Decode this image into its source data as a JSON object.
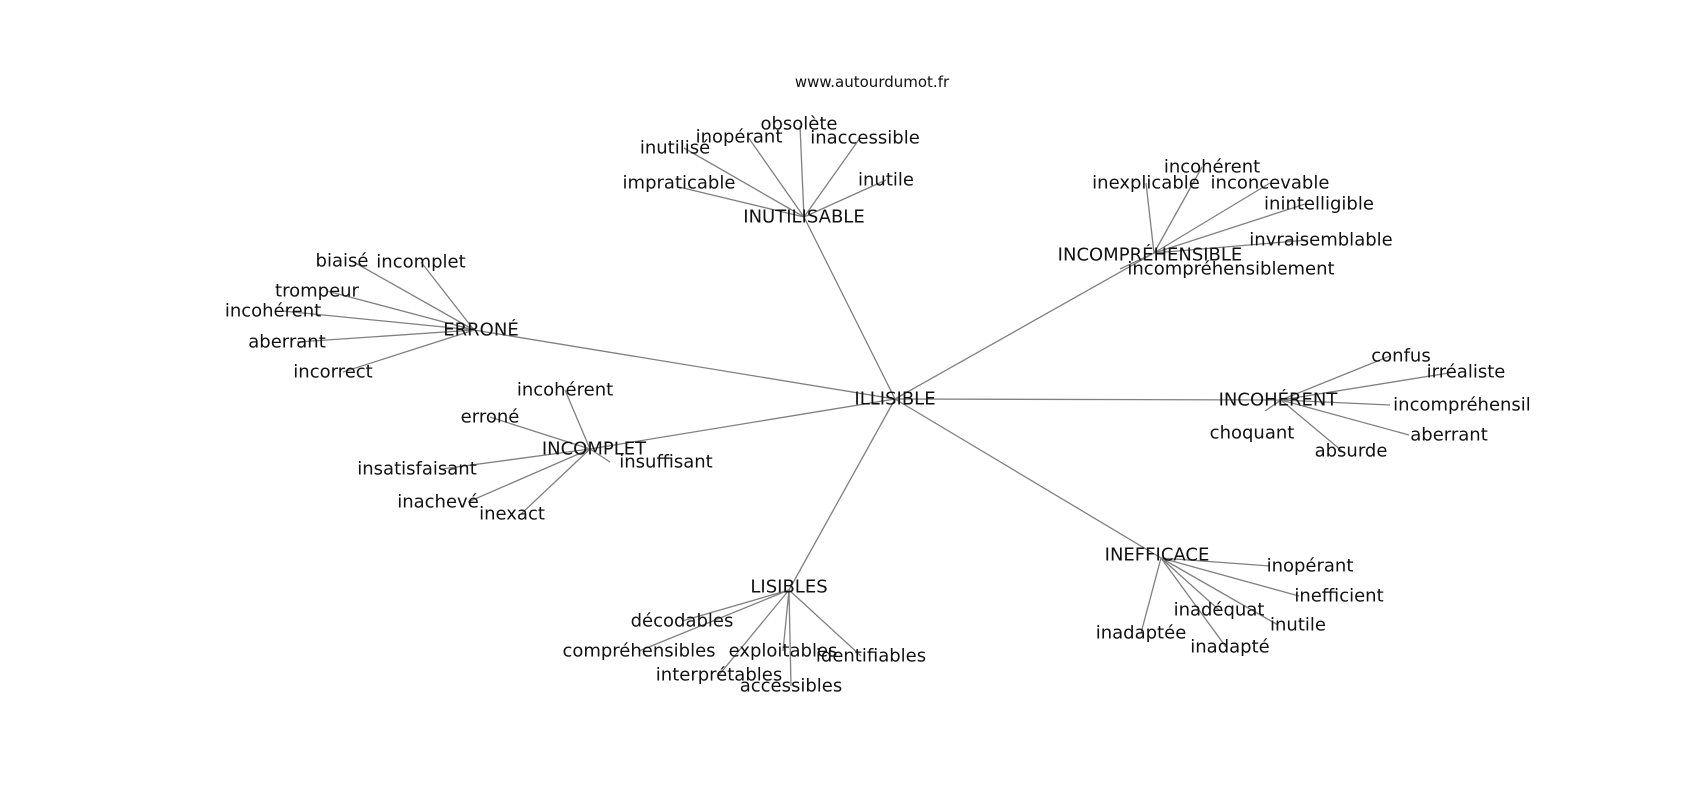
{
  "source": "www.autourdumot.fr",
  "root": "ILLISIBLE",
  "groups": [
    {
      "id": "inutilisable",
      "label": "INUTILISABLE",
      "words": [
        "obsolète",
        "inopérant",
        "inutilisé",
        "inaccessible",
        "impraticable",
        "inutile"
      ]
    },
    {
      "id": "incomprehensible",
      "label": "INCOMPRÉHENSIBLE",
      "words": [
        "incohérent",
        "inexplicable",
        "inconcevable",
        "inintelligible",
        "invraisemblable",
        "incompréhensiblement"
      ]
    },
    {
      "id": "errone",
      "label": "ERRONÉ",
      "words": [
        "biaisé",
        "incomplet",
        "trompeur",
        "incohérent",
        "aberrant",
        "incorrect"
      ]
    },
    {
      "id": "incoherent",
      "label": "INCOHÉRENT",
      "words": [
        "confus",
        "irréaliste",
        "incompréhensil",
        "aberrant",
        "absurde",
        "choquant"
      ]
    },
    {
      "id": "incomplet",
      "label": "INCOMPLET",
      "words": [
        "incohérent",
        "erroné",
        "insatisfaisant",
        "insuffisant",
        "inachevé",
        "inexact"
      ]
    },
    {
      "id": "inefficace",
      "label": "INEFFICACE",
      "words": [
        "inopérant",
        "inefficient",
        "inadéquat",
        "inutile",
        "inadaptée",
        "inadapté"
      ]
    },
    {
      "id": "lisibles",
      "label": "LISIBLES",
      "words": [
        "décodables",
        "compréhensibles",
        "exploitables",
        "identifiables",
        "interprétables",
        "accessibles"
      ]
    }
  ]
}
